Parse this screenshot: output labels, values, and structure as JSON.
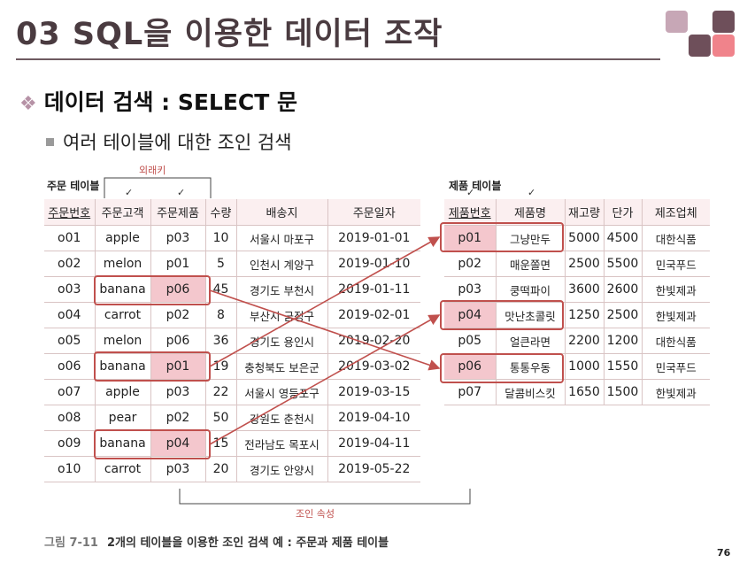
{
  "slide": {
    "title": "03 SQL을 이용한 데이터 조작",
    "bullet1": "데이터 검색 : SELECT 문",
    "bullet2": "여러 테이블에 대한 조인 검색",
    "page_number": "76"
  },
  "colors": {
    "title_text": "#4a3b40",
    "highlight_fill": "#f4c7cd",
    "box_outline": "#c0504d",
    "deco_squares": [
      "#c7a7b6",
      "#6e4f5a",
      "#6e4f5a",
      "#f0838b"
    ]
  },
  "figure": {
    "fk_label": "외래키",
    "join_label": "조인 속성",
    "caption_number": "그림 7-11",
    "caption_text": "2개의 테이블을 이용한 조인 검색 예 : 주문과 제품 테이블",
    "check_mark": "✓"
  },
  "orders": {
    "title": "주문 테이블",
    "columns": [
      "주문번호",
      "주문고객",
      "주문제품",
      "수량",
      "배송지",
      "주문일자"
    ],
    "rows": [
      [
        "o01",
        "apple",
        "p03",
        "10",
        "서울시 마포구",
        "2019-01-01"
      ],
      [
        "o02",
        "melon",
        "p01",
        "5",
        "인천시 계양구",
        "2019-01-10"
      ],
      [
        "o03",
        "banana",
        "p06",
        "45",
        "경기도 부천시",
        "2019-01-11"
      ],
      [
        "o04",
        "carrot",
        "p02",
        "8",
        "부산시 금정구",
        "2019-02-01"
      ],
      [
        "o05",
        "melon",
        "p06",
        "36",
        "경기도 용인시",
        "2019-02-20"
      ],
      [
        "o06",
        "banana",
        "p01",
        "19",
        "충청북도 보은군",
        "2019-03-02"
      ],
      [
        "o07",
        "apple",
        "p03",
        "22",
        "서울시 영등포구",
        "2019-03-15"
      ],
      [
        "o08",
        "pear",
        "p02",
        "50",
        "강원도 춘천시",
        "2019-04-10"
      ],
      [
        "o09",
        "banana",
        "p04",
        "15",
        "전라남도 목포시",
        "2019-04-11"
      ],
      [
        "o10",
        "carrot",
        "p03",
        "20",
        "경기도 안양시",
        "2019-05-22"
      ]
    ]
  },
  "products": {
    "title": "제품 테이블",
    "columns": [
      "제품번호",
      "제품명",
      "재고량",
      "단가",
      "제조업체"
    ],
    "rows": [
      [
        "p01",
        "그냥만두",
        "5000",
        "4500",
        "대한식품"
      ],
      [
        "p02",
        "매운쫄면",
        "2500",
        "5500",
        "민국푸드"
      ],
      [
        "p03",
        "쿵떡파이",
        "3600",
        "2600",
        "한빛제과"
      ],
      [
        "p04",
        "맛난초콜릿",
        "1250",
        "2500",
        "한빛제과"
      ],
      [
        "p05",
        "얼큰라면",
        "2200",
        "1200",
        "대한식품"
      ],
      [
        "p06",
        "통통우동",
        "1000",
        "1550",
        "민국푸드"
      ],
      [
        "p07",
        "달콤비스킷",
        "1650",
        "1500",
        "한빛제과"
      ]
    ]
  }
}
